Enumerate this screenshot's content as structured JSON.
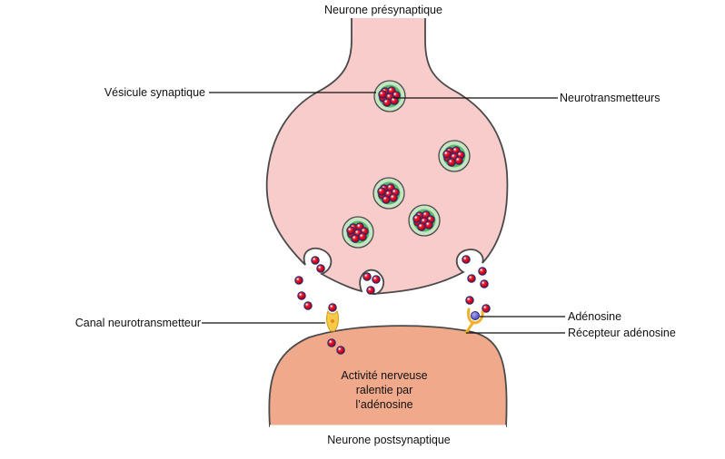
{
  "title": "Synapse et adénosine",
  "colors": {
    "presynaptic_fill": "#f8cccb",
    "presynaptic_edge": "#e98f8f",
    "postsynaptic_fill": "#f0a98b",
    "postsynaptic_edge": "#e8703f",
    "outline": "#4a4a4a",
    "vesicle_outer": "#c6e6c3",
    "vesicle_inner": "#5fb86a",
    "neurotransmitter": "#d8001b",
    "neurotransmitter_edge": "#1e2a6e",
    "receptor": "#f0b02a",
    "adenosine": "#5a55c6",
    "leader_line": "#111111"
  },
  "labels": {
    "presynaptic_neuron": "Neurone présynaptique",
    "postsynaptic_neuron": "Neurone postsynaptique",
    "synaptic_vesicle": "Vésicule synaptique",
    "neurotransmitters": "Neurotransmetteurs",
    "neurotransmitter_channel": "Canal neurotransmetteur",
    "adenosine": "Adénosine",
    "adenosine_receptor": "Récepteur adénosine",
    "activity_note": [
      "Activité nerveuse",
      "ralentie par",
      "l’adénosine"
    ]
  },
  "counts": {
    "vesicles_in_terminal": 5,
    "exocytosis_pockets": 3,
    "free_neurotransmitters_in_cleft": 11,
    "neurotransmitters_in_postsynaptic": 2
  }
}
